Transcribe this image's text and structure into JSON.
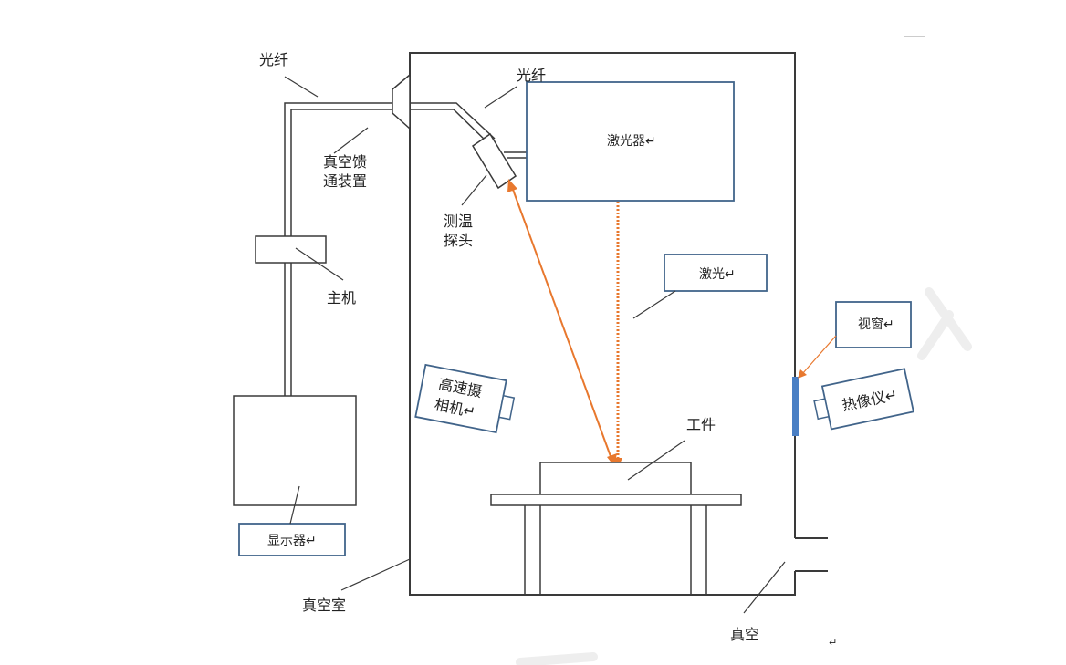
{
  "labels": {
    "fiber_outer": "光纤",
    "fiber_inner": "光纤",
    "feedthrough_line1": "真空馈",
    "feedthrough_line2": "通装置",
    "probe_line1": "测温",
    "probe_line2": "探头",
    "host": "主机",
    "display": "显示器↵",
    "vacuum_chamber": "真空室",
    "laser_device": "激光器↵",
    "laser": "激光↵",
    "camera_line1": "高速摄",
    "camera_line2": "相机↵",
    "workpiece": "工件",
    "window": "视窗↵",
    "thermal_imager": "热像仪↵",
    "vacuum": "真空",
    "return_mark": "↵"
  },
  "colors": {
    "line": "#3a3a3a",
    "box_border": "#41648a",
    "beam": "#e8782e",
    "window": "#4a7fc4"
  }
}
